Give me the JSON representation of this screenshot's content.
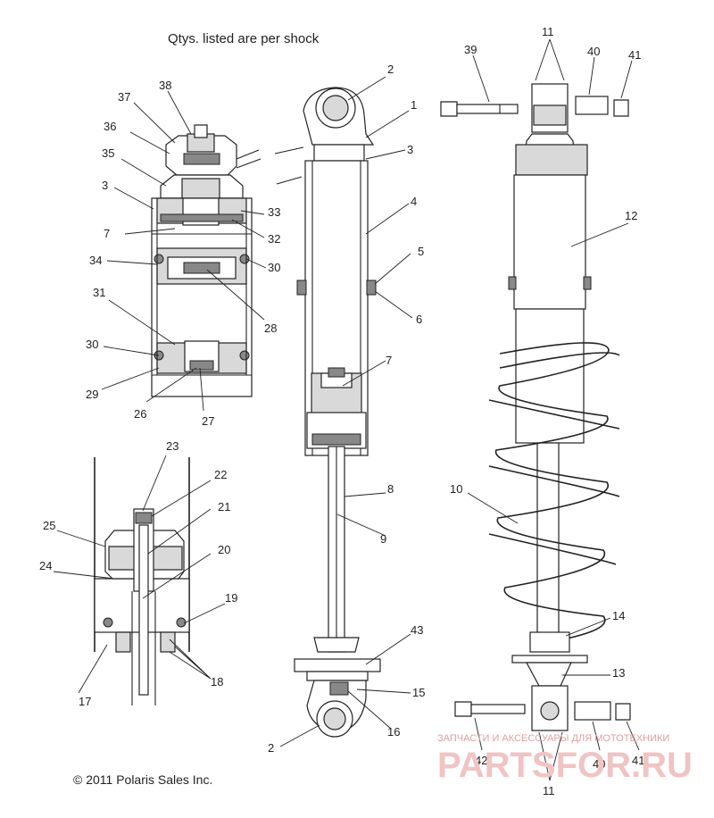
{
  "header": {
    "note": "Qtys. listed are per shock"
  },
  "footer": {
    "copyright": "© 2011 Polaris Sales Inc."
  },
  "watermark": {
    "line1": "ЗАПЧАСТИ И АКСЕССУАРЫ ДЛЯ МОТОТЕХНИКИ",
    "line2": "PARTSFOR.RU"
  },
  "callouts": [
    {
      "id": "c1",
      "label": "1"
    },
    {
      "id": "c2a",
      "label": "2"
    },
    {
      "id": "c2b",
      "label": "2"
    },
    {
      "id": "c3a",
      "label": "3"
    },
    {
      "id": "c3b",
      "label": "3"
    },
    {
      "id": "c4",
      "label": "4"
    },
    {
      "id": "c5",
      "label": "5"
    },
    {
      "id": "c6",
      "label": "6"
    },
    {
      "id": "c7a",
      "label": "7"
    },
    {
      "id": "c7b",
      "label": "7"
    },
    {
      "id": "c8",
      "label": "8"
    },
    {
      "id": "c9",
      "label": "9"
    },
    {
      "id": "c10",
      "label": "10"
    },
    {
      "id": "c11a",
      "label": "11"
    },
    {
      "id": "c11b",
      "label": "11"
    },
    {
      "id": "c12",
      "label": "12"
    },
    {
      "id": "c13",
      "label": "13"
    },
    {
      "id": "c14",
      "label": "14"
    },
    {
      "id": "c15",
      "label": "15"
    },
    {
      "id": "c16",
      "label": "16"
    },
    {
      "id": "c17",
      "label": "17"
    },
    {
      "id": "c18",
      "label": "18"
    },
    {
      "id": "c19",
      "label": "19"
    },
    {
      "id": "c20",
      "label": "20"
    },
    {
      "id": "c21",
      "label": "21"
    },
    {
      "id": "c22",
      "label": "22"
    },
    {
      "id": "c23",
      "label": "23"
    },
    {
      "id": "c24",
      "label": "24"
    },
    {
      "id": "c25",
      "label": "25"
    },
    {
      "id": "c26",
      "label": "26"
    },
    {
      "id": "c27",
      "label": "27"
    },
    {
      "id": "c28",
      "label": "28"
    },
    {
      "id": "c29",
      "label": "29"
    },
    {
      "id": "c30a",
      "label": "30"
    },
    {
      "id": "c30b",
      "label": "30"
    },
    {
      "id": "c31",
      "label": "31"
    },
    {
      "id": "c32",
      "label": "32"
    },
    {
      "id": "c33",
      "label": "33"
    },
    {
      "id": "c34",
      "label": "34"
    },
    {
      "id": "c35",
      "label": "35"
    },
    {
      "id": "c36",
      "label": "36"
    },
    {
      "id": "c37",
      "label": "37"
    },
    {
      "id": "c38",
      "label": "38"
    },
    {
      "id": "c39",
      "label": "39"
    },
    {
      "id": "c40a",
      "label": "40"
    },
    {
      "id": "c40b",
      "label": "40"
    },
    {
      "id": "c41a",
      "label": "41"
    },
    {
      "id": "c41b",
      "label": "41"
    },
    {
      "id": "c42",
      "label": "42"
    },
    {
      "id": "c43",
      "label": "43"
    }
  ]
}
